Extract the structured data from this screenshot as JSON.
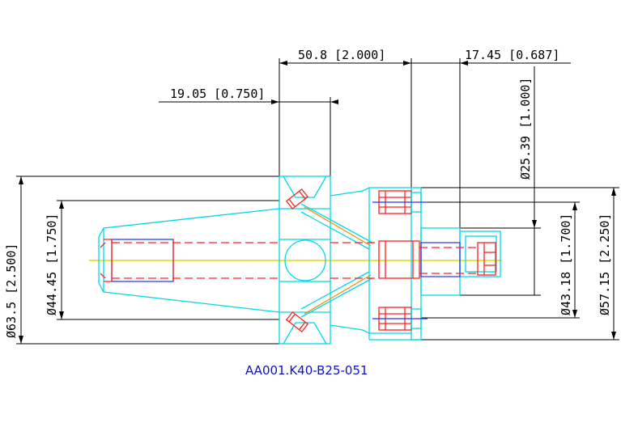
{
  "dimensions": {
    "length_total": "50.8 [2.000]",
    "length_flange": "19.05 [0.750]",
    "length_nose": "17.45 [0.687]",
    "dia_bore": "Ø25.39 [1.000]",
    "dia_flange": "Ø63.5 [2.500]",
    "dia_taper": "Ø44.45 [1.750]",
    "dia_nose_inner": "Ø43.18 [1.700]",
    "dia_nose_outer": "Ø57.15 [2.250]"
  },
  "part_number": "AA001.K40-B25-051",
  "colors": {
    "outline": "#00d8e8",
    "hidden": "#ff2020",
    "centerline": "#e8d800",
    "detail": "#2030ff",
    "dimension": "#000000",
    "part_number": "#1010c8"
  }
}
